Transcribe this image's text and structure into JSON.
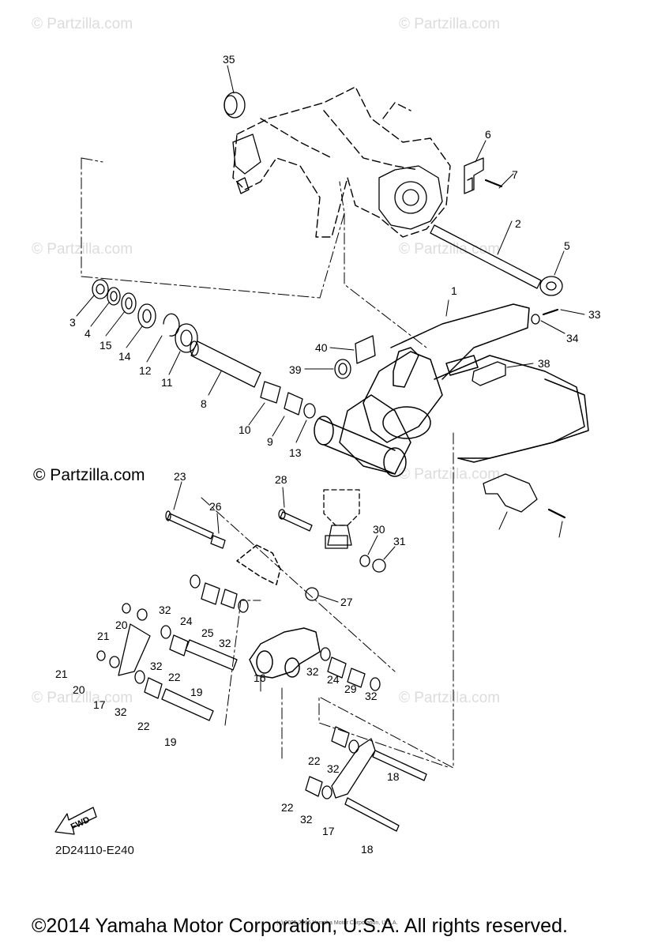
{
  "watermarks": {
    "light": "© Partzilla.com",
    "prominent": "© Partzilla.com"
  },
  "diagram": {
    "code": "2D24110-E240",
    "fwd_label": "FWD",
    "callouts": [
      "35",
      "6",
      "7",
      "2",
      "5",
      "1",
      "33",
      "34",
      "3",
      "4",
      "15",
      "14",
      "12",
      "11",
      "40",
      "39",
      "38",
      "8",
      "10",
      "9",
      "13",
      "23",
      "28",
      "26",
      "30",
      "31",
      "27",
      "32",
      "24",
      "25",
      "32",
      "21",
      "20",
      "32",
      "22",
      "16",
      "32",
      "24",
      "29",
      "32",
      "21",
      "20",
      "19",
      "17",
      "32",
      "22",
      "19",
      "22",
      "32",
      "18",
      "22",
      "32",
      "17",
      "18"
    ]
  },
  "footer": {
    "copyright": "©2014 Yamaha Motor Corporation, U.S.A. All rights reserved.",
    "small_print": "(c) 2005-2016 Yamaha Motor Corporation, U.S.A."
  },
  "colors": {
    "line": "#000000",
    "watermark": "#dcdcdc",
    "background": "#ffffff"
  }
}
